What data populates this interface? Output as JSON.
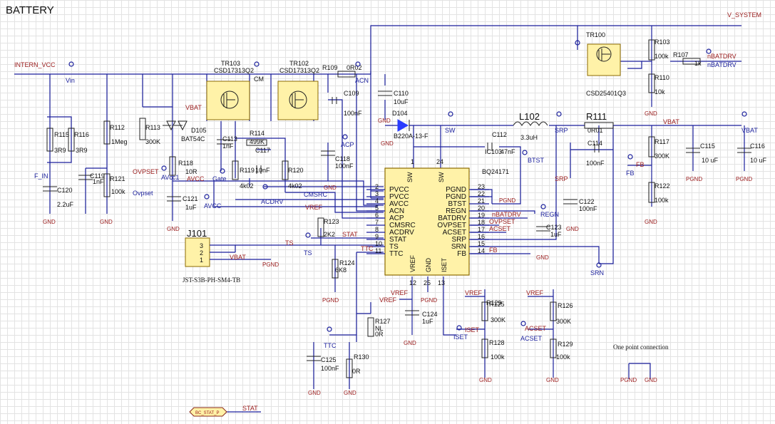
{
  "sheet": {
    "title": "BATTERY",
    "note": "One point connection"
  },
  "ic": {
    "ref": "IC103",
    "part": "BQ24171",
    "left_pins": [
      {
        "num": "2",
        "name": "PVCC"
      },
      {
        "num": "3",
        "name": "PVCC"
      },
      {
        "num": "4",
        "name": "AVCC"
      },
      {
        "num": "5",
        "name": "ACN"
      },
      {
        "num": "6",
        "name": "ACP"
      },
      {
        "num": "7",
        "name": "CMSRC"
      },
      {
        "num": "8",
        "name": "ACDRV"
      },
      {
        "num": "9",
        "name": "STAT"
      },
      {
        "num": "10",
        "name": "TS"
      },
      {
        "num": "11",
        "name": "TTC"
      }
    ],
    "right_pins": [
      {
        "num": "23",
        "name": "PGND"
      },
      {
        "num": "22",
        "name": "PGND"
      },
      {
        "num": "21",
        "name": "BTST"
      },
      {
        "num": "20",
        "name": "REGN"
      },
      {
        "num": "19",
        "name": "BATDRV"
      },
      {
        "num": "18",
        "name": "OVPSET"
      },
      {
        "num": "17",
        "name": "ACSET"
      },
      {
        "num": "16",
        "name": "SRP"
      },
      {
        "num": "15",
        "name": "SRN"
      },
      {
        "num": "14",
        "name": "FB"
      }
    ],
    "top_pins": [
      {
        "num": "1",
        "name": "SW"
      },
      {
        "num": "24",
        "name": "SW"
      }
    ],
    "bottom_pins": [
      {
        "num": "12",
        "name": "VREF"
      },
      {
        "num": "25",
        "name": "GND"
      },
      {
        "num": "13",
        "name": "ISET"
      }
    ]
  },
  "components": [
    {
      "id": "r115",
      "ref": "R115",
      "value": "3R9"
    },
    {
      "id": "r116",
      "ref": "R116",
      "value": "3R9"
    },
    {
      "id": "c120",
      "ref": "C120",
      "value": "2.2uF"
    },
    {
      "id": "c119",
      "ref": "C119",
      "value": "1nF"
    },
    {
      "id": "r112",
      "ref": "R112",
      "value": "1Meg"
    },
    {
      "id": "r121",
      "ref": "R121",
      "value": "100k"
    },
    {
      "id": "r113",
      "ref": "R113",
      "value": "300K"
    },
    {
      "id": "d105",
      "ref": "D105",
      "value": "BAT54C"
    },
    {
      "id": "r118",
      "ref": "R118",
      "value": "10R"
    },
    {
      "id": "c121",
      "ref": "C121",
      "value": "1uF"
    },
    {
      "id": "tr103",
      "ref": "TR103",
      "value": "CSD17313Q2"
    },
    {
      "id": "tr102",
      "ref": "TR102",
      "value": "CSD17313Q2"
    },
    {
      "id": "c113",
      "ref": "C113",
      "value": "1nF"
    },
    {
      "id": "r114",
      "ref": "R114",
      "value": "499K"
    },
    {
      "id": "c117",
      "ref": "C117",
      "value": "10nF"
    },
    {
      "id": "r119",
      "ref": "R119",
      "value": "4k02"
    },
    {
      "id": "r120",
      "ref": "R120",
      "value": "4k02"
    },
    {
      "id": "r109",
      "ref": "R109",
      "value": "0R02"
    },
    {
      "id": "c109",
      "ref": "C109",
      "value": "100nF"
    },
    {
      "id": "c118",
      "ref": "C118",
      "value": "100nF"
    },
    {
      "id": "c110",
      "ref": "C110",
      "value": "10uF"
    },
    {
      "id": "d104",
      "ref": "D104",
      "value": "B220A-13-F"
    },
    {
      "id": "c112",
      "ref": "C112",
      "value": "47nF"
    },
    {
      "id": "l102",
      "ref": "L102",
      "value": "3.3uH"
    },
    {
      "id": "r111",
      "ref": "R111",
      "value": "0R01"
    },
    {
      "id": "c114",
      "ref": "C114",
      "value": "100nF"
    },
    {
      "id": "c122",
      "ref": "C122",
      "value": "100nF"
    },
    {
      "id": "c123",
      "ref": "C123",
      "value": "1uF"
    },
    {
      "id": "tr100",
      "ref": "TR100",
      "value": "CSD25401Q3"
    },
    {
      "id": "r103",
      "ref": "R103",
      "value": "100k"
    },
    {
      "id": "r107",
      "ref": "R107",
      "value": "1k"
    },
    {
      "id": "r110",
      "ref": "R110",
      "value": "10k"
    },
    {
      "id": "r117",
      "ref": "R117",
      "value": "300K"
    },
    {
      "id": "r122",
      "ref": "R122",
      "value": "100k"
    },
    {
      "id": "c115",
      "ref": "C115",
      "value": "10 uF"
    },
    {
      "id": "c116",
      "ref": "C116",
      "value": "10 uF"
    },
    {
      "id": "r123",
      "ref": "R123",
      "value": "2K2"
    },
    {
      "id": "r124",
      "ref": "R124",
      "value": "6K8"
    },
    {
      "id": "r127",
      "ref": "R127",
      "value": "0R"
    },
    {
      "id": "c124",
      "ref": "C124",
      "value": "1uF"
    },
    {
      "id": "c125",
      "ref": "C125",
      "value": "100nF"
    },
    {
      "id": "r130",
      "ref": "R130",
      "value": "0R"
    },
    {
      "id": "r125",
      "ref": "R125",
      "value": "300K"
    },
    {
      "id": "r128",
      "ref": "R128",
      "value": "100k"
    },
    {
      "id": "r126",
      "ref": "R126",
      "value": "300K"
    },
    {
      "id": "r129",
      "ref": "R129",
      "value": "100k"
    }
  ],
  "extra_labels": {
    "r127_nl": "NL",
    "r129_alt": "R129",
    "tr103_pin": "CM",
    "connector_ref": "J101",
    "connector_part": "JST-S3B-PH-SM4-TB",
    "connector_pins": [
      "3",
      "2",
      "1"
    ],
    "diode_part_d104": "D104"
  },
  "nets": {
    "intern_vcc": "INTERN_VCC",
    "v_system": "V_SYSTEM",
    "vin": "Vin",
    "vbat": "VBAT",
    "f_in": "F_IN",
    "ovpset": "OVPSET",
    "ovpset_small": "Ovpset",
    "avcc1": "AVcc1",
    "avcc": "AVCC",
    "gate": "Gate",
    "acdrv": "ACDRV",
    "cmsrc": "CMSRC",
    "acn": "ACN",
    "acp": "ACP",
    "sw": "SW",
    "btst": "BTST",
    "srp": "SRP",
    "srn": "SRN",
    "fb": "FB",
    "regn": "REGN",
    "nbatdrv": "nBATDRV",
    "acset": "ACSET",
    "stat": "STAT",
    "ts": "TS",
    "ttc": "TTC",
    "vref": "VREF",
    "iset": "ISET",
    "gnd": "GND",
    "pgnd": "PGND",
    "bc_stat": "BC_STAT_P",
    "ovpset_net": "OVPSET",
    "acset_net": "ACSET",
    "fb_net": "FB",
    "nbatdrv_net": "nBATDRV"
  },
  "colors": {
    "wire": "#1a1f9c",
    "component": "#222222",
    "net_label": "#9b1c1c",
    "ic_fill": "#fff2a8",
    "grid": "#e3e3e3"
  }
}
